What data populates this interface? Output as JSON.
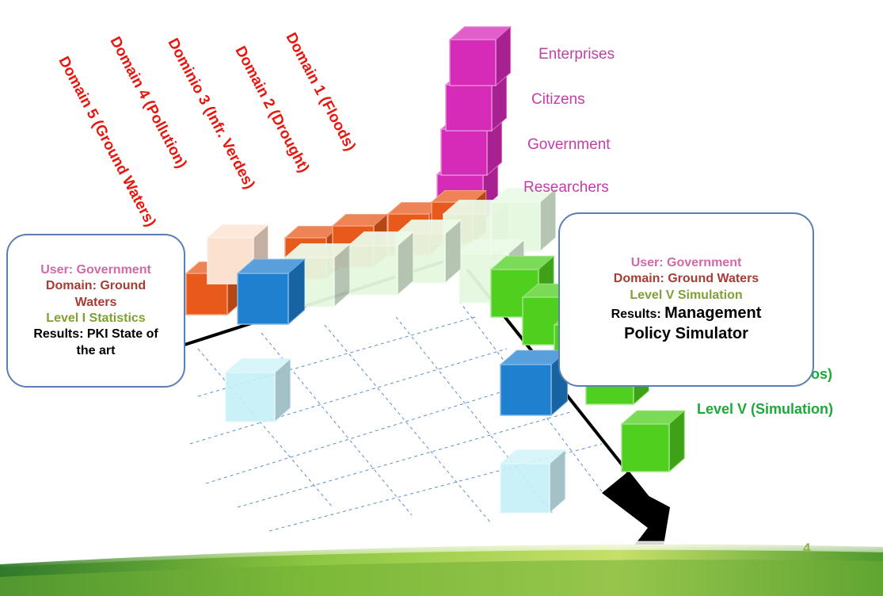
{
  "domains": [
    "Domain 1 (Floods)",
    "Domain  2 (Drought)",
    "Dominio 3 (Infr. Verdes)",
    "Domain 4 (Pollution)",
    "Domain 5 (Ground Waters)"
  ],
  "users": [
    "Enterprises",
    "Citizens",
    "Government",
    "Researchers"
  ],
  "levels": {
    "level_iv_partial": "os)",
    "level_v": "Level V (Simulation)"
  },
  "left_callout": {
    "user": "User: Government",
    "domain": "Domain: Ground Waters",
    "level": "Level I Statistics",
    "results": "Results: PKI State of the art"
  },
  "right_callout": {
    "user": "User: Government",
    "domain": "Domain: Ground Waters",
    "level": "Level V Simulation",
    "results_prefix": "Results:",
    "results_value": "Management Policy Simulator"
  },
  "page_number": "4",
  "colors": {
    "domain_text": "#e8160f",
    "user_text": "#c23ea8",
    "level_text": "#1fa83a",
    "callout_border": "#5a7fb2",
    "magenta_cube": "#d62ab8",
    "orange_cube": "#e85a1c",
    "green_cube": "#4fcf1e",
    "light_green_cube": "#e6f8e0",
    "blue_cube": "#1f80d0",
    "light_blue_cube": "#c5f0f8",
    "peach_cube": "#fbe2d0",
    "footer_green": "#8cc63f"
  }
}
